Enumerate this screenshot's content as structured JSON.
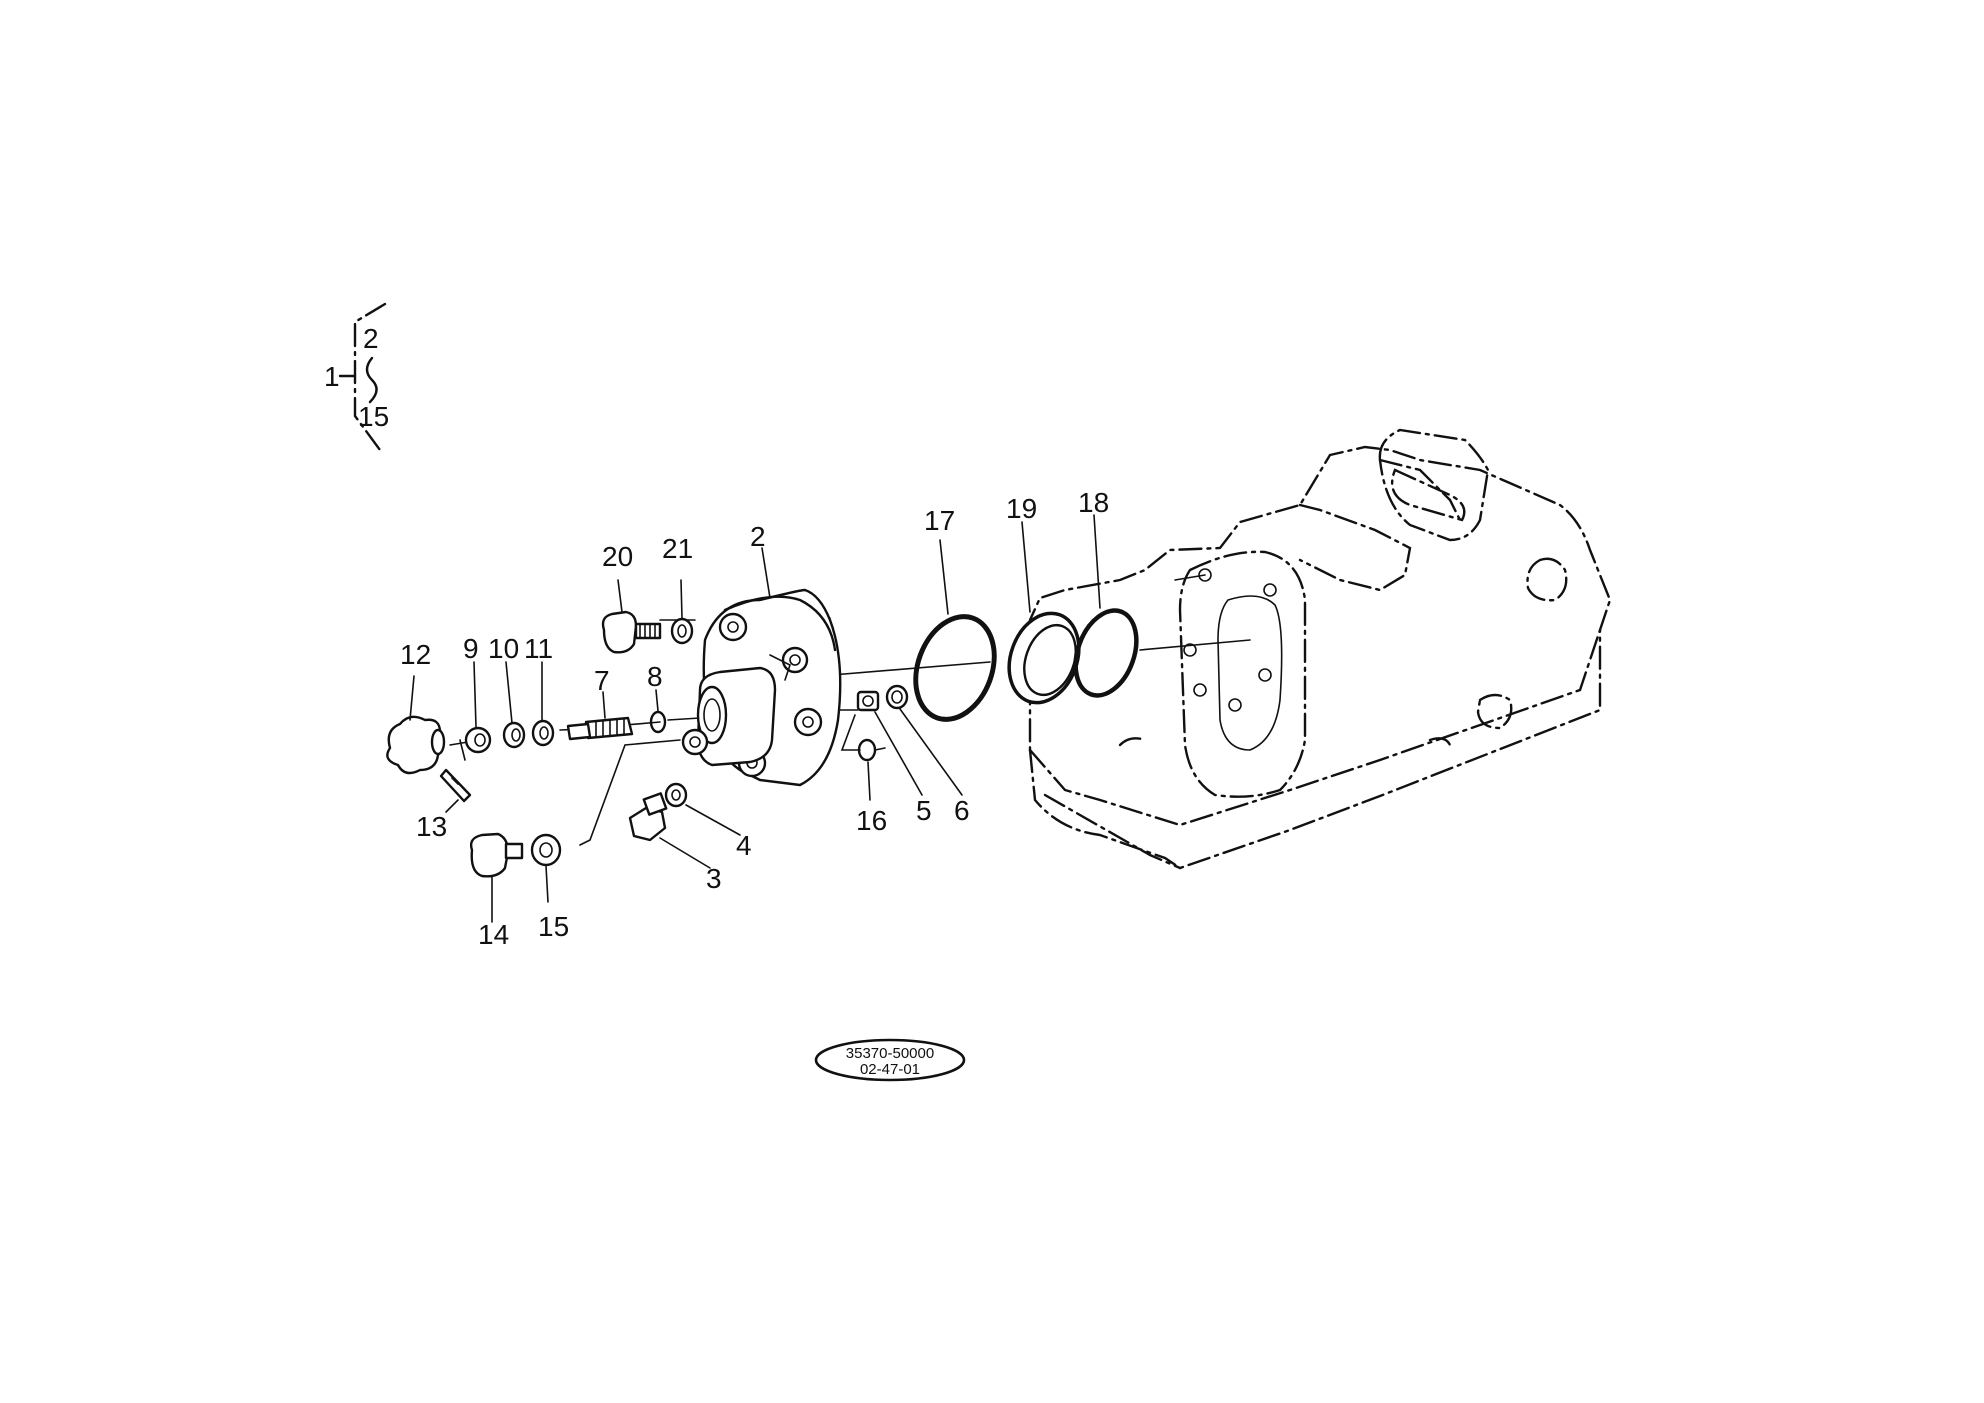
{
  "assembly_bracket": {
    "parent": "1",
    "from": "2",
    "to": "15"
  },
  "callouts": [
    "2",
    "3",
    "4",
    "5",
    "6",
    "7",
    "8",
    "9",
    "10",
    "11",
    "12",
    "13",
    "14",
    "15",
    "16",
    "17",
    "18",
    "19",
    "20",
    "21"
  ],
  "drawing_code": {
    "line1": "35370-50000",
    "line2": "02-47-01"
  }
}
